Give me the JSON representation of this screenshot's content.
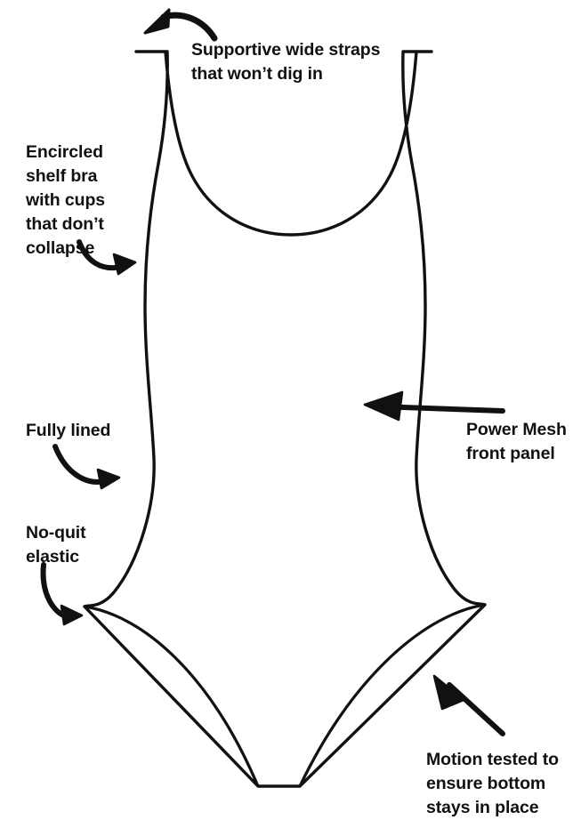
{
  "illustration": {
    "title": "One-piece swimsuit feature callout diagram",
    "subject": "one-piece-swimsuit",
    "line_color": "#111111",
    "fill_color": "#ffffff",
    "background_color": "#ffffff",
    "text_color": "#111111"
  },
  "annotations": [
    {
      "id": "supportive-wide-straps",
      "text": "Supportive wide straps\nthat won’t dig in",
      "lines": [
        "Supportive wide straps",
        "that won’t dig in"
      ],
      "arrow": "curved-arrow-down-left",
      "points_at": "shoulder-strap-left"
    },
    {
      "id": "encircled-shelf-bra",
      "text": "Encircled\nshelf bra\nwith cups\nthat don’t\ncollapse",
      "lines": [
        "Encircled",
        "shelf bra",
        "with cups",
        "that don’t",
        "collapse"
      ],
      "arrow": "curved-arrow-right",
      "points_at": "bust-side-seam-left"
    },
    {
      "id": "fully-lined",
      "text": "Fully lined",
      "lines": [
        "Fully lined"
      ],
      "arrow": "curved-arrow-down-right",
      "points_at": "waist-side-left"
    },
    {
      "id": "no-quit-elastic",
      "text": "No-quit\nelastic",
      "lines": [
        "No-quit",
        "elastic"
      ],
      "arrow": "curved-arrow-down-right",
      "points_at": "leg-opening-left"
    },
    {
      "id": "power-mesh-front-panel",
      "text": "Power Mesh\nfront panel",
      "lines": [
        "Power Mesh",
        "front panel"
      ],
      "arrow": "straight-arrow-left",
      "points_at": "front-panel"
    },
    {
      "id": "motion-tested-bottom",
      "text": "Motion tested to\nensure bottom\nstays in place",
      "lines": [
        "Motion tested to",
        "ensure bottom",
        "stays in place"
      ],
      "arrow": "straight-arrow-up-left",
      "points_at": "leg-opening-right"
    }
  ]
}
